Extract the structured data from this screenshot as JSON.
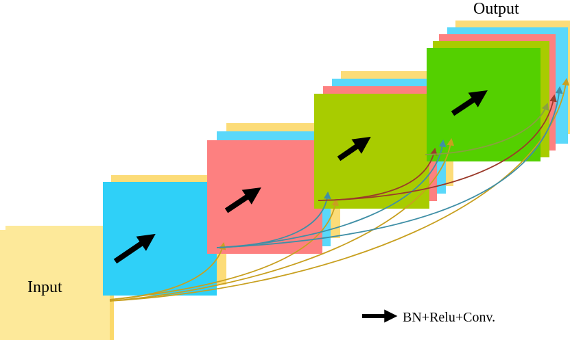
{
  "labels": {
    "input": "Input",
    "output": "Output"
  },
  "legend": {
    "text": "BN+Relu+Conv."
  },
  "colors": {
    "input_yellow": "#fde99a",
    "yellow": "#fcdc78",
    "cyan": "#2fd0f8",
    "light_cyan": "#5ad8fa",
    "red": "#fd8080",
    "lime": "#a8cc00",
    "green": "#54d000",
    "arrow": "#000000",
    "conn_gold": "#c8a020",
    "conn_teal": "#3f8fa6",
    "conn_brown": "#9b3a2a",
    "conn_olive": "#8aa040"
  },
  "icons": {
    "block_arrow": "arrow-icon",
    "legend_arrow": "arrow-icon"
  }
}
